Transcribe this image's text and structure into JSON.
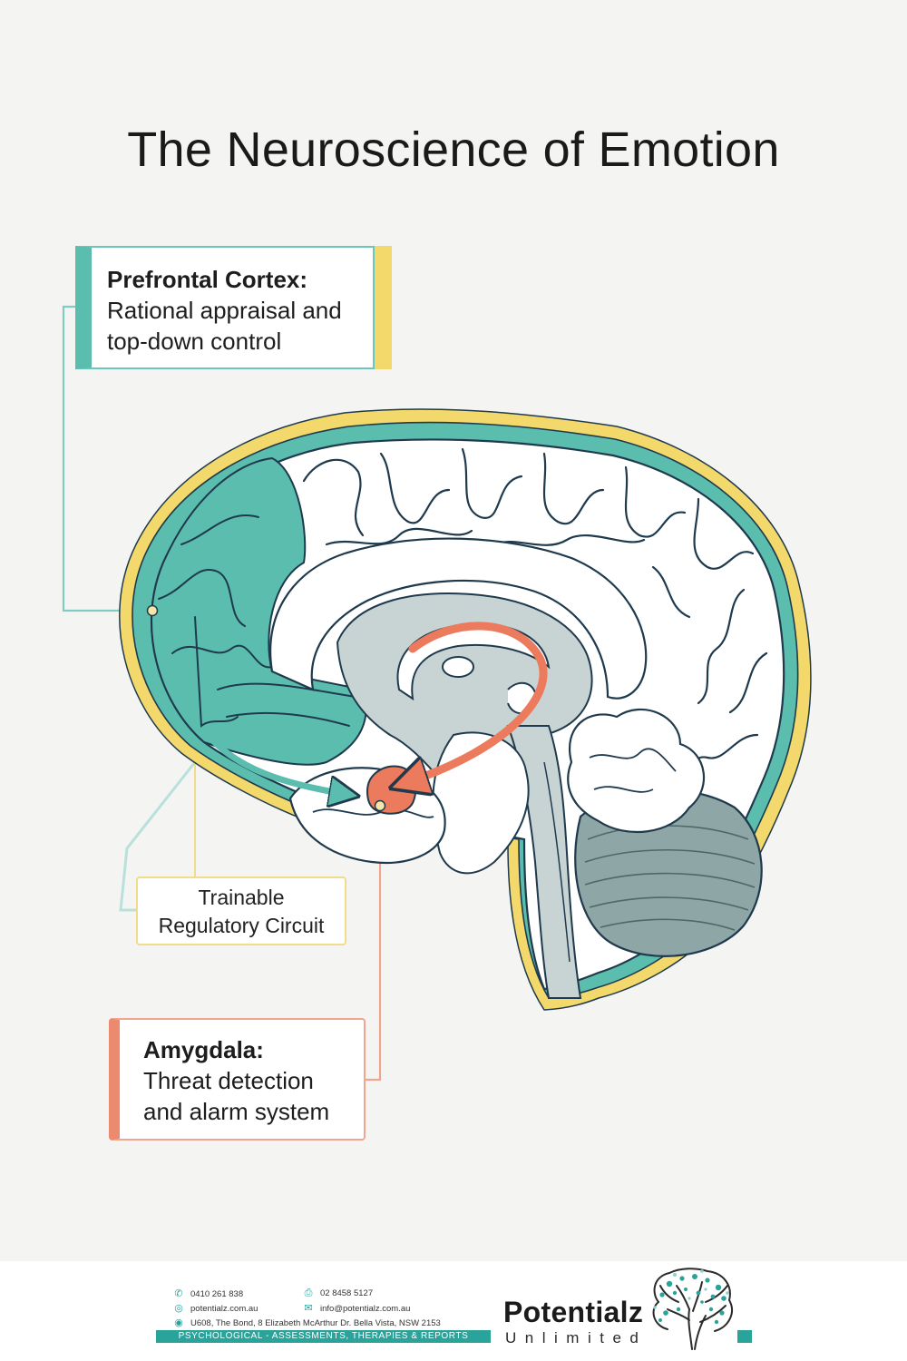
{
  "title": "The Neuroscience of Emotion",
  "labels": {
    "prefrontal": {
      "title": "Prefrontal Cortex:",
      "line1": "Rational appraisal and",
      "line2": "top-down control"
    },
    "circuit": {
      "line1": "Trainable",
      "line2": "Regulatory Circuit"
    },
    "amygdala": {
      "title": "Amygdala:",
      "line1": "Threat detection",
      "line2": "and alarm system"
    }
  },
  "colors": {
    "teal": "#5bbdae",
    "yellow": "#f3d86b",
    "coral": "#ec7a5c",
    "outline": "#1f3a4d",
    "inner_grey": "#c8d3d3"
  },
  "footer": {
    "phone": "0410  261 838",
    "fax": "02 8458 5127",
    "website": "potentialz.com.au",
    "email": "info@potentialz.com.au",
    "address": "U608, The Bond, 8 Elizabeth McArthur Dr. Bella Vista, NSW 2153",
    "tagline": "PSYCHOLOGICAL - ASSESSMENTS, THERAPIES & REPORTS",
    "brand_name": "Potentialz",
    "brand_sub": "Unlimited",
    "icons": {
      "phone": "phone-icon",
      "fax": "fax-icon",
      "website": "globe-icon",
      "email": "mail-icon",
      "address": "location-pin-icon"
    }
  }
}
